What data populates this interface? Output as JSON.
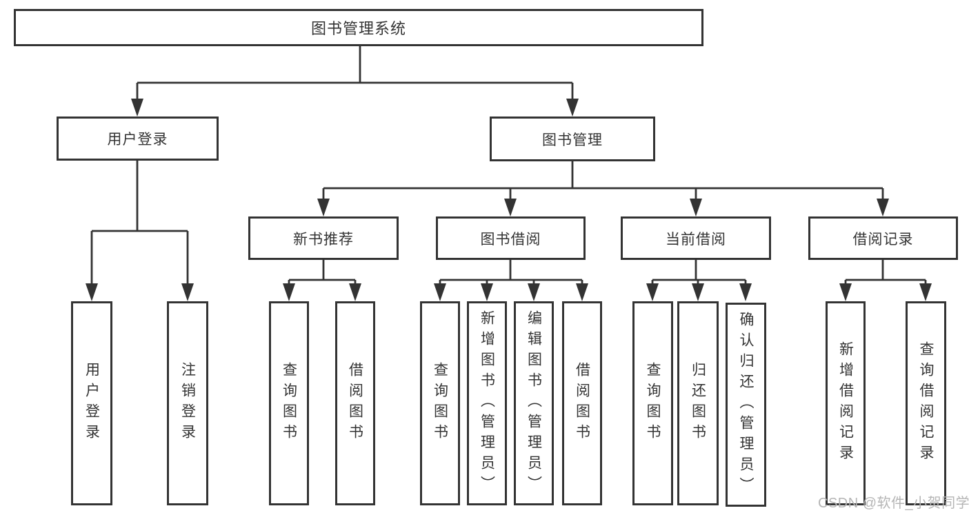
{
  "tree": {
    "root": {
      "label": "图书管理系统"
    },
    "branches": [
      {
        "label": "用户登录",
        "children": [
          {
            "label": "用户登录"
          },
          {
            "label": "注销登录"
          }
        ]
      },
      {
        "label": "图书管理",
        "children": [
          {
            "label": "新书推荐",
            "children": [
              {
                "label": "查询图书"
              },
              {
                "label": "借阅图书"
              }
            ]
          },
          {
            "label": "图书借阅",
            "children": [
              {
                "label": "查询图书"
              },
              {
                "label": "新增图书（管理员）"
              },
              {
                "label": "编辑图书（管理员）"
              },
              {
                "label": "借阅图书"
              }
            ]
          },
          {
            "label": "当前借阅",
            "children": [
              {
                "label": "查询图书"
              },
              {
                "label": "归还图书"
              },
              {
                "label": "确认归还（管理员）"
              }
            ]
          },
          {
            "label": "借阅记录",
            "children": [
              {
                "label": "新增借阅记录"
              },
              {
                "label": "查询借阅记录"
              }
            ]
          }
        ]
      }
    ]
  },
  "watermark": {
    "text": "CSDN @软件_小贺同学"
  },
  "colors": {
    "line": "#333333",
    "text": "#333333",
    "background": "#ffffff",
    "watermark": "#b5b5b5"
  }
}
